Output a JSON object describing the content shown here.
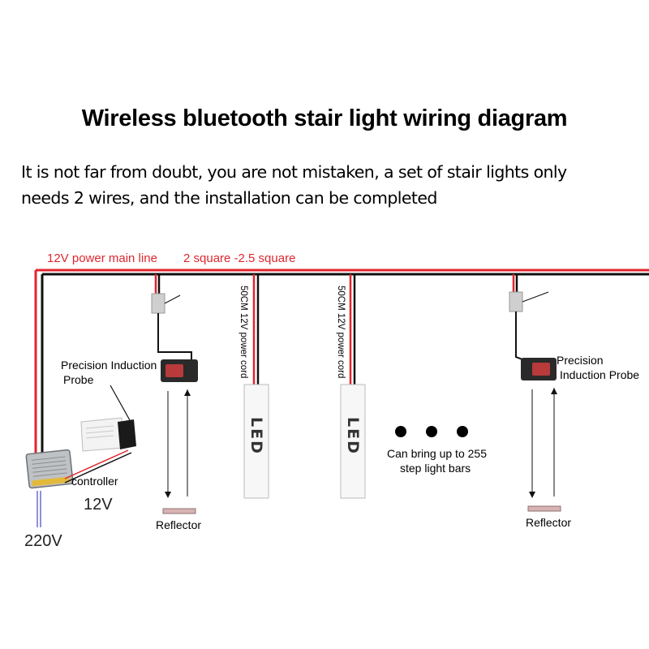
{
  "title": "Wireless bluetooth stair light wiring diagram",
  "intro": {
    "line1": "It is not far from doubt, you are not mistaken, a set of stair lights only",
    "line2": "needs 2 wires, and the installation can be completed"
  },
  "main_line": {
    "label": "12V power main line",
    "spec": "2 square -2.5 square"
  },
  "power_cord_label": "50CM 12V power cord",
  "led_label": "LED",
  "probe_left": {
    "line1": "Precision Induction",
    "line2": "Probe"
  },
  "probe_right": {
    "line1": "Precision",
    "line2": "Induction Probe"
  },
  "controller_label": "controller",
  "voltage_12v": "12V",
  "voltage_220v": "220V",
  "reflector_label": "Reflector",
  "capacity_note": {
    "line1": "Can bring up to 255",
    "line2": "step light bars"
  },
  "colors": {
    "positive_wire": "#e0252e",
    "negative_wire": "#111111",
    "label_red": "#e0252e"
  }
}
